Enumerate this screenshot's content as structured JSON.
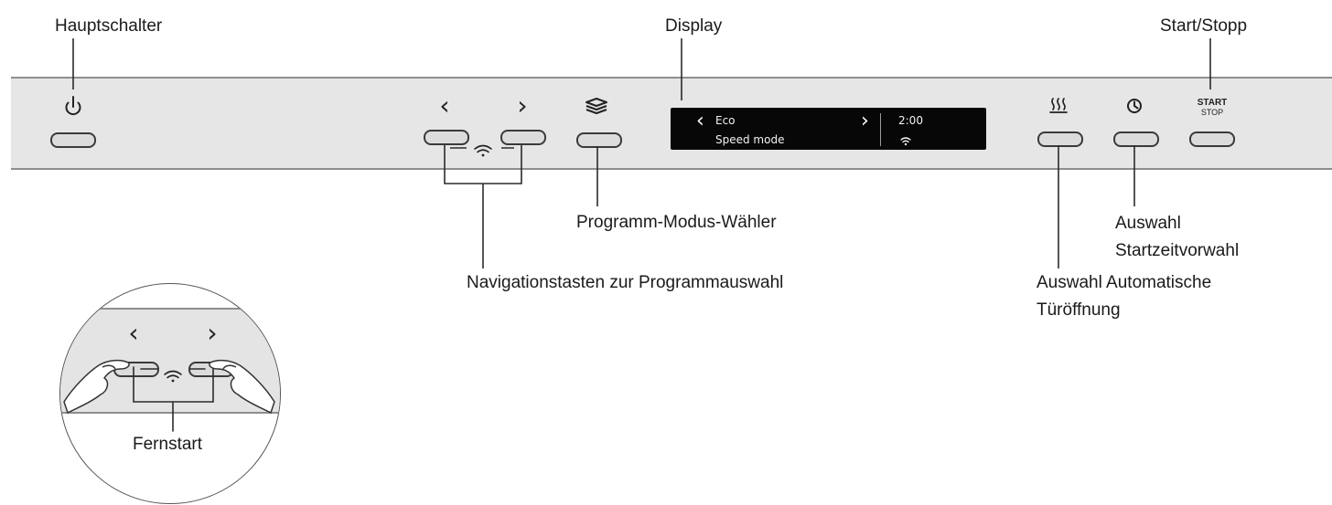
{
  "labels": {
    "hauptschalter": "Hauptschalter",
    "display": "Display",
    "start_stopp": "Start/Stopp",
    "programm_modus_waehler": "Programm-Modus-Wähler",
    "navigationstasten": "Navigationstasten zur Programmauswahl",
    "auswahl_startzeitvorwahl_line1": "Auswahl",
    "auswahl_startzeitvorwahl_line2": "Startzeitvorwahl",
    "auswahl_tueroeffnung_line1": "Auswahl Automatische",
    "auswahl_tueroeffnung_line2": "Türöffnung",
    "fernstart": "Fernstart"
  },
  "display": {
    "program": "Eco",
    "mode": "Speed mode",
    "time": "2:00"
  },
  "startstop": {
    "start": "START",
    "stop": "STOP"
  },
  "icons": {
    "power": "power-icon",
    "nav_left": "chevron-left-icon",
    "nav_right": "chevron-right-icon",
    "wifi": "wifi-icon",
    "program_mode": "layers-icon",
    "door_open": "steam-icon",
    "clock": "clock-icon",
    "hand": "hand-icon"
  }
}
